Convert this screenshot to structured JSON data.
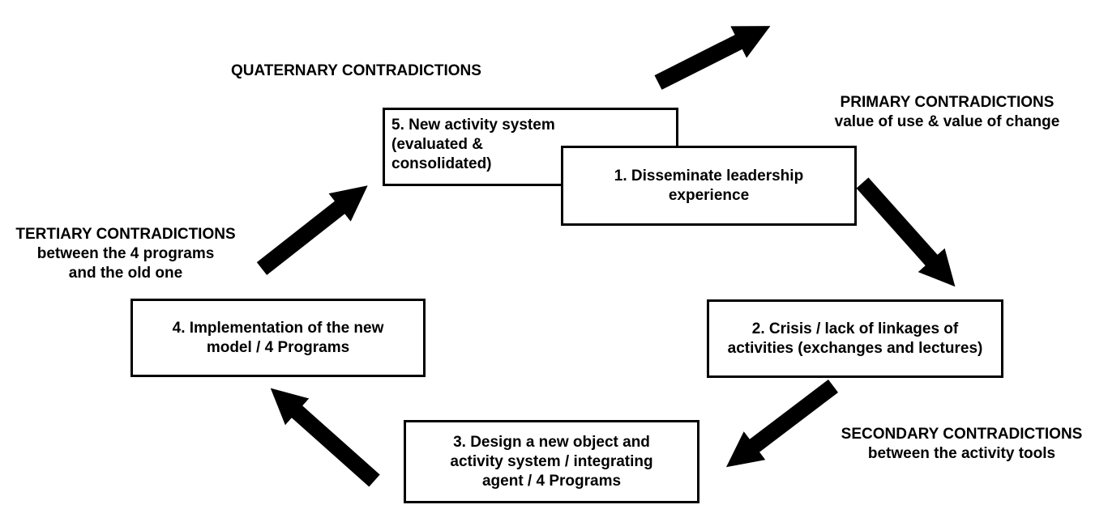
{
  "colors": {
    "ink": "#000000",
    "background": "#ffffff"
  },
  "labels": {
    "quaternary": {
      "lines": [
        "QUATERNARY CONTRADICTIONS"
      ]
    },
    "primary": {
      "lines": [
        "PRIMARY CONTRADICTIONS",
        "value of use & value of change"
      ]
    },
    "secondary": {
      "lines": [
        "SECONDARY CONTRADICTIONS",
        "between the activity tools"
      ]
    },
    "tertiary": {
      "lines": [
        "TERTIARY CONTRADICTIONS",
        "between the 4 programs",
        "and the old one"
      ]
    }
  },
  "boxes": {
    "box1": {
      "lines": [
        "1. Disseminate leadership",
        "experience"
      ]
    },
    "box2": {
      "lines": [
        "2. Crisis / lack of linkages of",
        "activities (exchanges and lectures)"
      ]
    },
    "box3": {
      "lines": [
        "3. Design a new object and",
        "activity system / integrating",
        "agent / 4 Programs"
      ]
    },
    "box4": {
      "lines": [
        "4. Implementation of the new",
        "model / 4 Programs"
      ]
    },
    "box5": {
      "lines": [
        "5. New activity system",
        "(evaluated &",
        "consolidated)"
      ]
    }
  },
  "arrows": [
    {
      "name": "flow-arrow-5-onward",
      "from": "box5",
      "to": "next-cycle",
      "direction": "up-right"
    },
    {
      "name": "flow-arrow-1-to-2",
      "from": "box1",
      "to": "box2",
      "direction": "down-right"
    },
    {
      "name": "flow-arrow-2-to-3",
      "from": "box2",
      "to": "box3",
      "direction": "down-left"
    },
    {
      "name": "flow-arrow-3-to-4",
      "from": "box3",
      "to": "box4",
      "direction": "up-left"
    },
    {
      "name": "flow-arrow-4-to-5",
      "from": "box4",
      "to": "box5",
      "direction": "up-right"
    }
  ]
}
